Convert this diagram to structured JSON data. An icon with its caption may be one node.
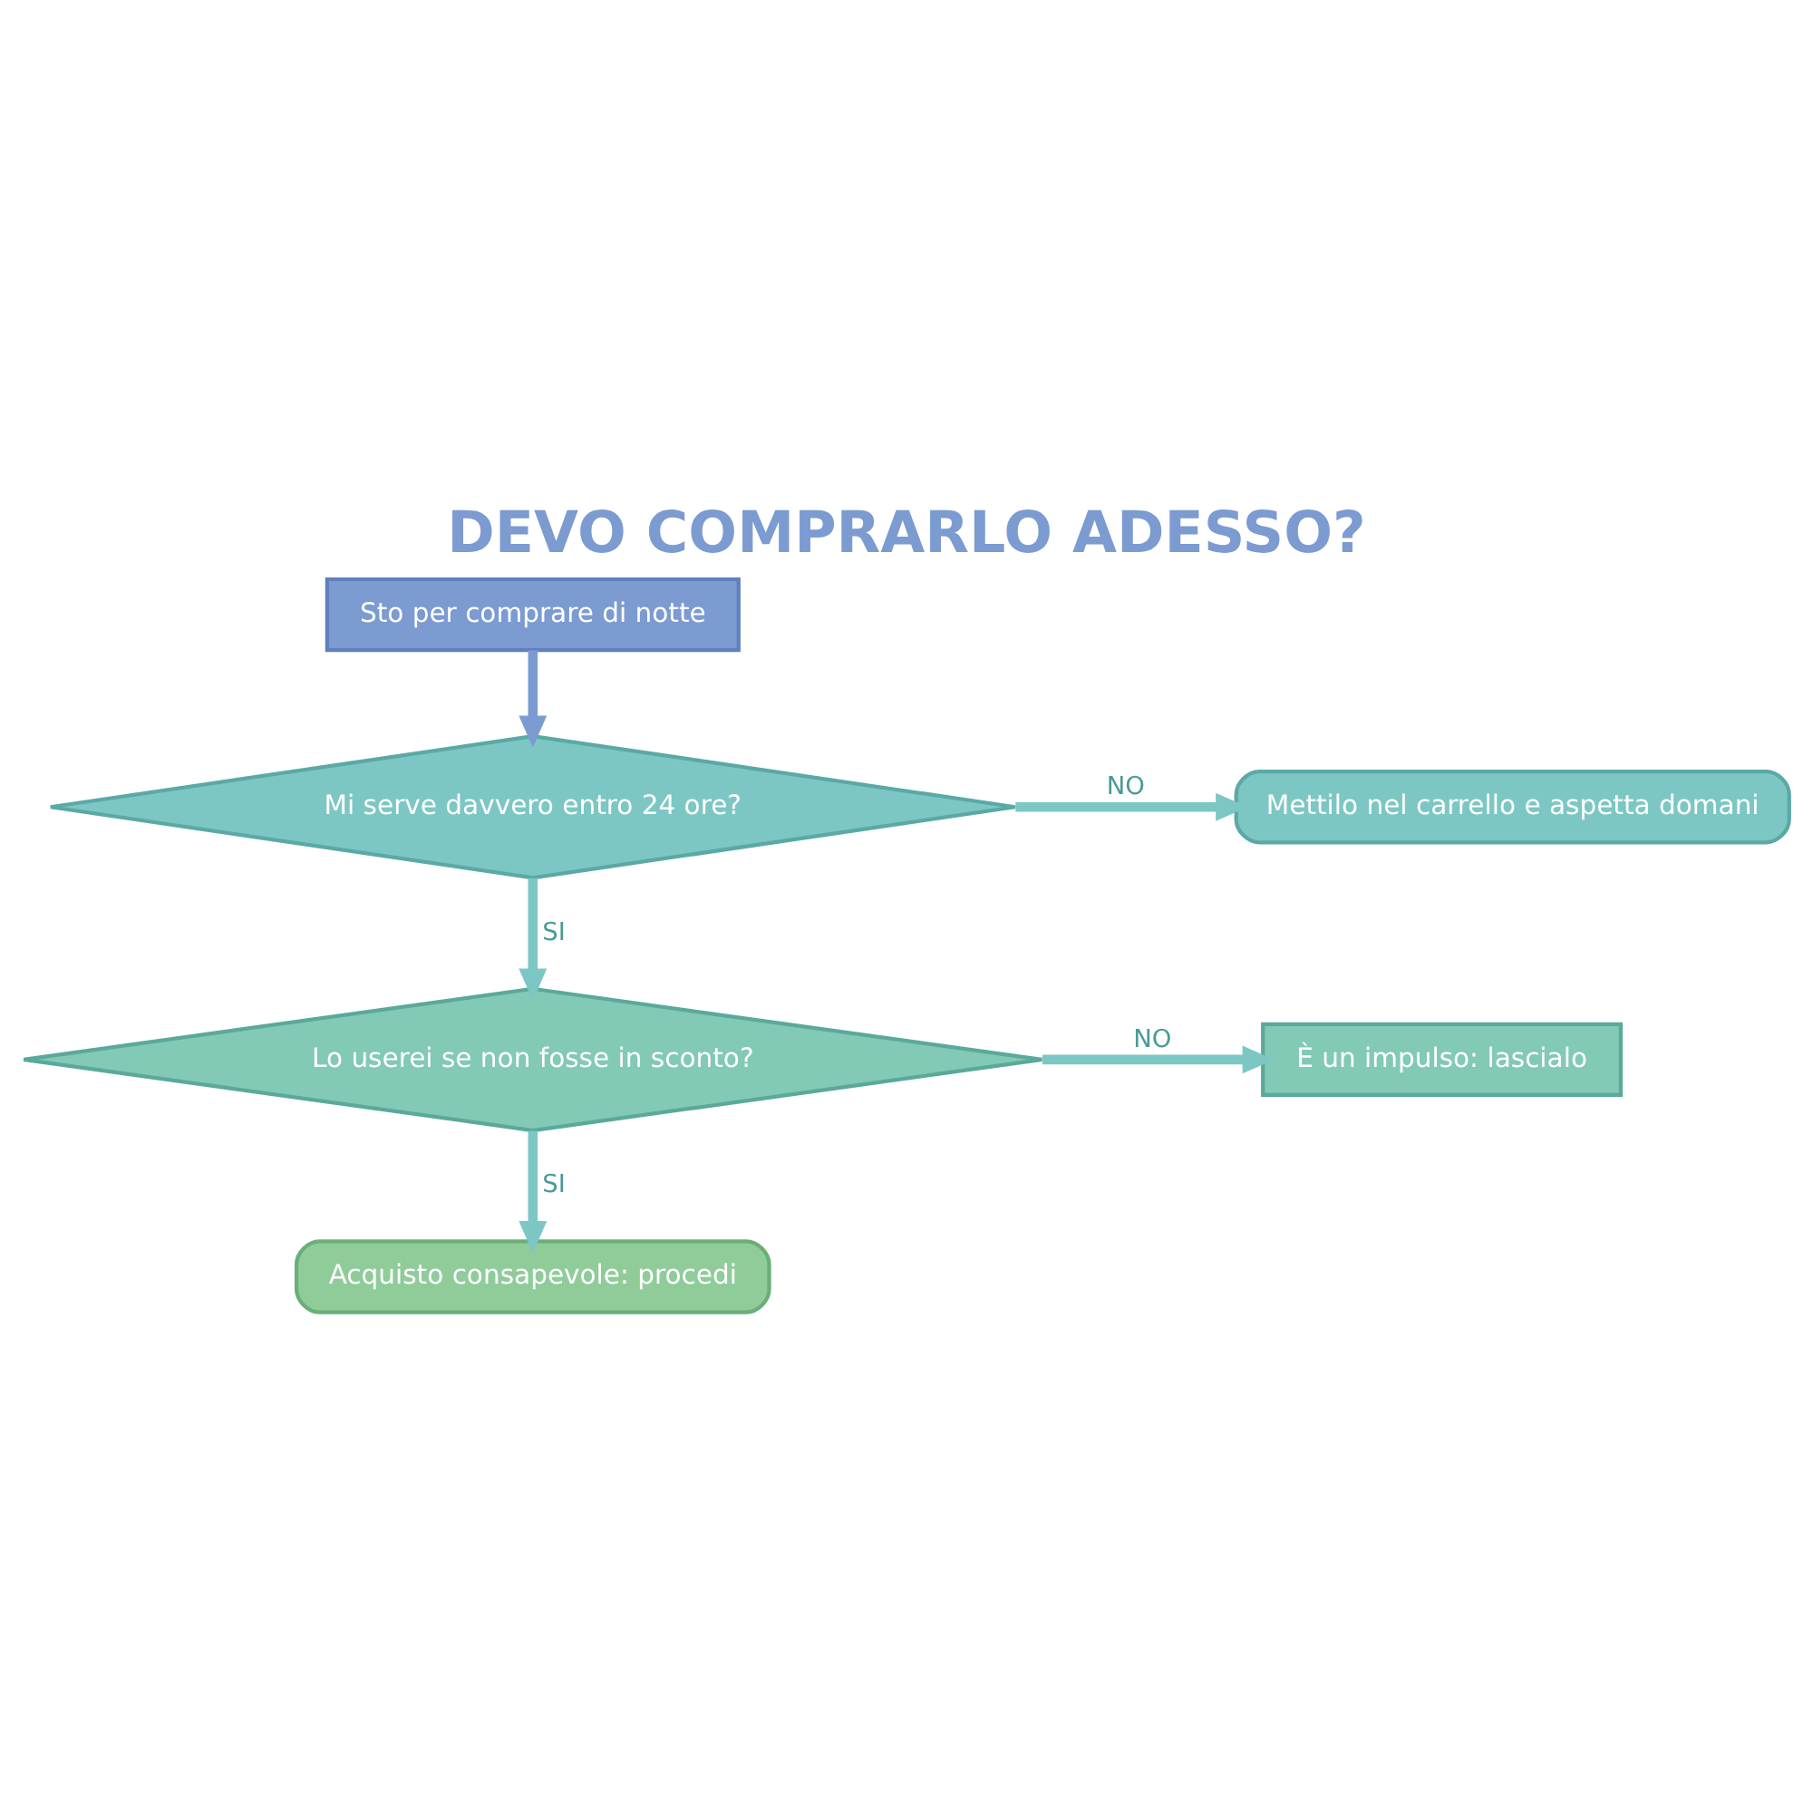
{
  "diagram": {
    "title": "DEVO COMPRARLO ADESSO?",
    "nodes": [
      {
        "text": [
          "Sto per comprare di notte"
        ]
      },
      {
        "text": [
          "Mi serve davvero entro 24 ore?"
        ]
      },
      {
        "text": [
          "Mettilo nel carrello e aspetta domani"
        ]
      },
      {
        "text": [
          "Lo userei se non fosse in sconto?"
        ]
      },
      {
        "text": [
          "È un impulso: lascialo"
        ]
      },
      {
        "text": [
          "Acquisto consapevole: procedi"
        ]
      }
    ],
    "edges": [
      {
        "from": 0,
        "to": 1,
        "arrow": "to",
        "color": "#7b9bd1"
      },
      {
        "from": 1,
        "to": 2,
        "arrow": "to",
        "label": "NO"
      },
      {
        "from": 1,
        "to": 3,
        "arrow": "to",
        "label": "SI"
      },
      {
        "from": 3,
        "to": 4,
        "arrow": "to",
        "label": "NO"
      },
      {
        "from": 3,
        "to": 5,
        "arrow": "to",
        "label": "SI"
      }
    ]
  }
}
